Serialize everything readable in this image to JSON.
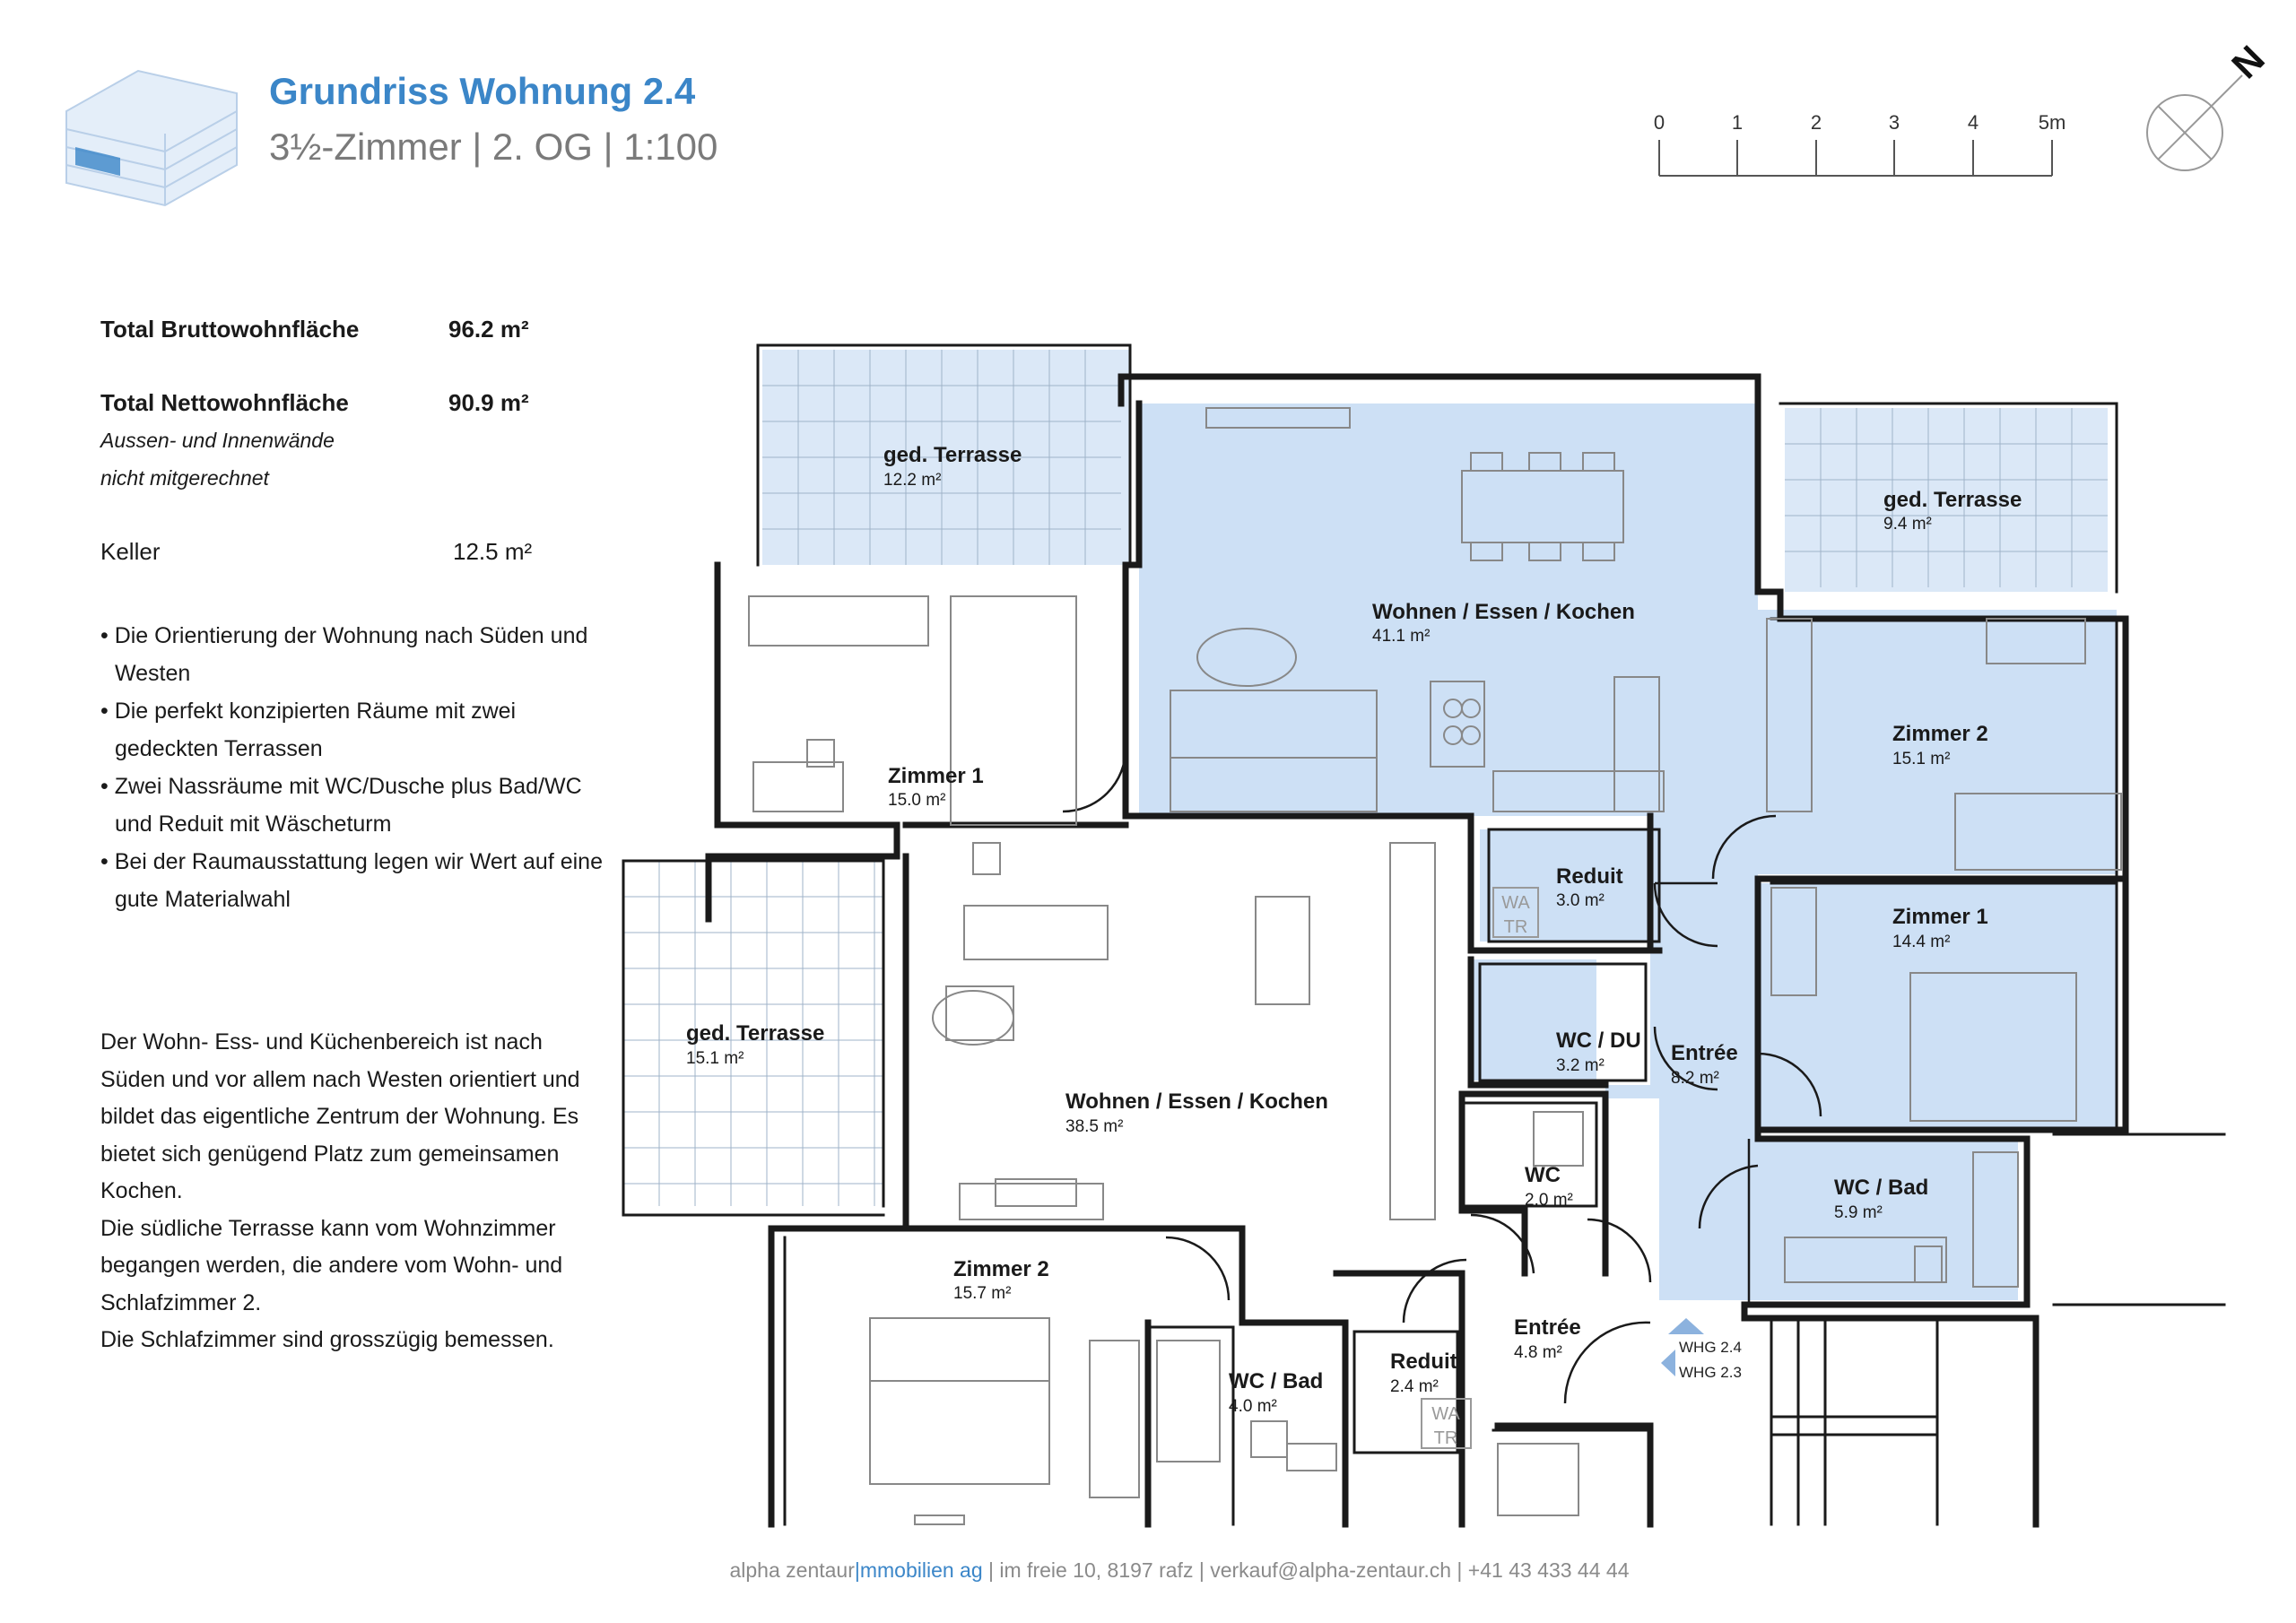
{
  "header": {
    "title": "Grundriss Wohnung 2.4",
    "subtitle": "3½-Zimmer | 2. OG | 1:100"
  },
  "scale_bar": {
    "ticks": [
      "0",
      "1",
      "2",
      "3",
      "4",
      "5m"
    ]
  },
  "north_label": "N",
  "facts": {
    "brutto_label": "Total Bruttowohnfläche",
    "brutto_value": "96.2 m²",
    "netto_label": "Total Nettowohnfläche",
    "netto_value": "90.9 m²",
    "netto_note_1": "Aussen- und Innenwände",
    "netto_note_2": "nicht mitgerechnet",
    "keller_label": "Keller",
    "keller_value": "12.5 m²"
  },
  "bullets": [
    "• Die Orientierung der Wohnung nach Süden und Westen",
    "• Die perfekt konzipierten Räume mit zwei gedeckten Terrassen",
    "• Zwei Nassräume mit WC/Dusche plus Bad/WC und Reduit mit Wäscheturm",
    "• Bei der Raumausstattung legen wir Wert auf eine gute Materialwahl"
  ],
  "description": [
    "Der Wohn- Ess- und Küchenbereich ist nach",
    "Süden und vor allem nach Westen orientiert und",
    "bildet das eigentliche Zentrum der Wohnung. Es",
    "bietet sich genügend Platz zum gemeinsamen",
    "Kochen.",
    "Die südliche Terrasse kann vom Wohnzimmer",
    "begangen werden, die andere vom Wohn- und",
    "Schlafzimmer 2.",
    "Die Schlafzimmer sind grosszügig bemessen."
  ],
  "rooms": {
    "terrasse_nw": {
      "name": "ged. Terrasse",
      "area": "12.2 m²"
    },
    "terrasse_ne": {
      "name": "ged. Terrasse",
      "area": "9.4 m²"
    },
    "wohnen_main": {
      "name": "Wohnen / Essen / Kochen",
      "area": "41.1 m²"
    },
    "zimmer2_main": {
      "name": "Zimmer 2",
      "area": "15.1 m²"
    },
    "zimmer1_main": {
      "name": "Zimmer 1",
      "area": "14.4 m²"
    },
    "reduit_main": {
      "name": "Reduit",
      "area": "3.0 m²"
    },
    "wcdu_main": {
      "name": "WC / DU",
      "area": "3.2 m²"
    },
    "entree_main": {
      "name": "Entrée",
      "area": "8.2 m²"
    },
    "wcbad_main": {
      "name": "WC / Bad",
      "area": "5.9 m²"
    },
    "zimmer1_nb": {
      "name": "Zimmer 1",
      "area": "15.0 m²"
    },
    "terrasse_w": {
      "name": "ged. Terrasse",
      "area": "15.1 m²"
    },
    "wohnen_nb": {
      "name": "Wohnen / Essen / Kochen",
      "area": "38.5 m²"
    },
    "wc_nb": {
      "name": "WC",
      "area": "2.0 m²"
    },
    "zimmer2_nb": {
      "name": "Zimmer 2",
      "area": "15.7 m²"
    },
    "entree_nb": {
      "name": "Entrée",
      "area": "4.8 m²"
    },
    "wcbad_nb": {
      "name": "WC / Bad",
      "area": "4.0 m²"
    },
    "reduit_nb": {
      "name": "Reduit",
      "area": "2.4 m²"
    }
  },
  "wa_tr": {
    "wa": "WA",
    "tr": "TR"
  },
  "entrances": {
    "whg24": "WHG 2.4",
    "whg23": "WHG 2.3"
  },
  "footer": {
    "company_a": "alpha zentaur",
    "company_b": "|mmobilien ag",
    "details": " | im freie 10, 8197 rafz | verkauf@alpha-zentaur.ch | +41 43 433 44 44"
  },
  "colors": {
    "accent": "#3b86c8",
    "room_fill": "#cde0f5",
    "terrace_fill": "#dbe8f7"
  }
}
